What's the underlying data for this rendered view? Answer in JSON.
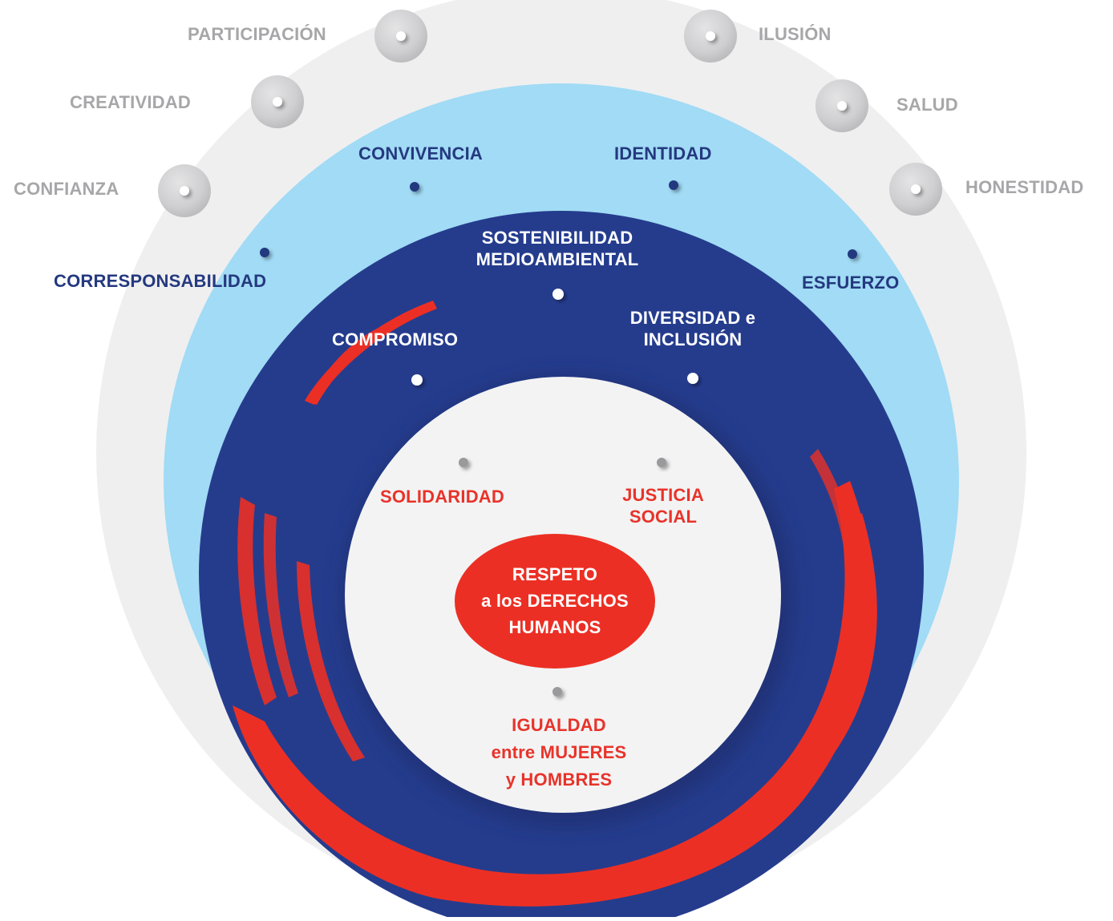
{
  "colors": {
    "outer_ring": "#efeff0",
    "light_blue_ring": "#a1dbf5",
    "navy_ring": "#253c8d",
    "inner_core": "#f3f3f3",
    "red_accent": "#ec2f24",
    "grey_text": "#a7a7a9",
    "navy_text": "#24397f"
  },
  "outer_values": {
    "participacion": "PARTICIPACIÓN",
    "ilusion": "ILUSIÓN",
    "creatividad": "CREATIVIDAD",
    "salud": "SALUD",
    "confianza": "CONFIANZA",
    "honestidad": "HONESTIDAD"
  },
  "blue_values": {
    "convivencia": "CONVIVENCIA",
    "identidad": "IDENTIDAD",
    "corresponsabilidad": "CORRESPONSABILIDAD",
    "esfuerzo": "ESFUERZO"
  },
  "navy_values": {
    "sostenibilidad_l1": "SOSTENIBILIDAD",
    "sostenibilidad_l2": "MEDIOAMBIENTAL",
    "compromiso": "COMPROMISO",
    "diversidad_l1": "DIVERSIDAD e",
    "diversidad_l2": "INCLUSIÓN"
  },
  "core_values": {
    "solidaridad": "SOLIDARIDAD",
    "justicia_l1": "JUSTICIA",
    "justicia_l2": "SOCIAL",
    "igualdad_l1": "IGUALDAD",
    "igualdad_l2": "entre MUJERES",
    "igualdad_l3": "y HOMBRES"
  },
  "center": {
    "l1": "RESPETO",
    "l2": "a los DERECHOS",
    "l3": "HUMANOS"
  }
}
